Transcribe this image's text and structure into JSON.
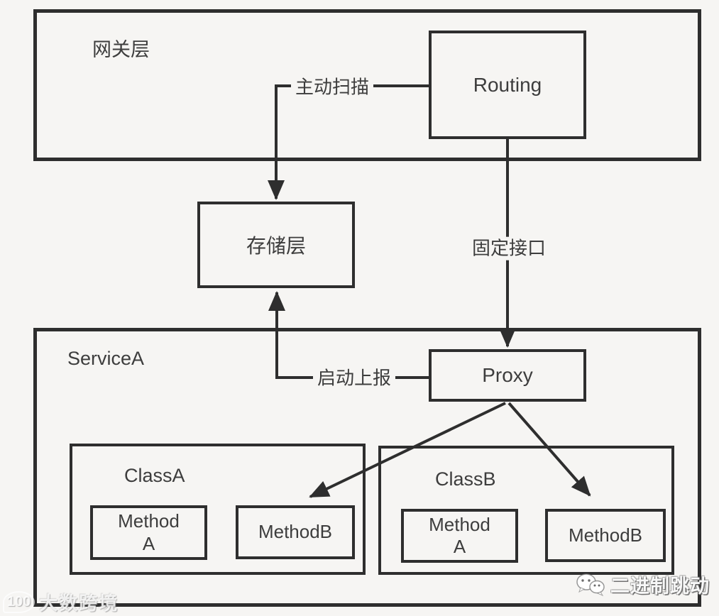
{
  "diagram": {
    "gateway_label": "网关层",
    "routing_label": "Routing",
    "storage_label": "存储层",
    "service_label": "ServiceA",
    "proxy_label": "Proxy",
    "class_a": {
      "title": "ClassA",
      "method_a": "Method\nA",
      "method_b": "MethodB"
    },
    "class_b": {
      "title": "ClassB",
      "method_a": "Method\nA",
      "method_b": "MethodB"
    },
    "edges": {
      "scan": "主动扫描",
      "fixed": "固定接口",
      "report": "启动上报"
    }
  },
  "watermarks": {
    "left": {
      "logo_text": "100",
      "text": "大数跨境"
    },
    "right": {
      "text": "二进制跳动"
    }
  },
  "colors": {
    "line": "#2e2e2e",
    "text": "#3d3d3d",
    "background": "#f6f5f3"
  }
}
